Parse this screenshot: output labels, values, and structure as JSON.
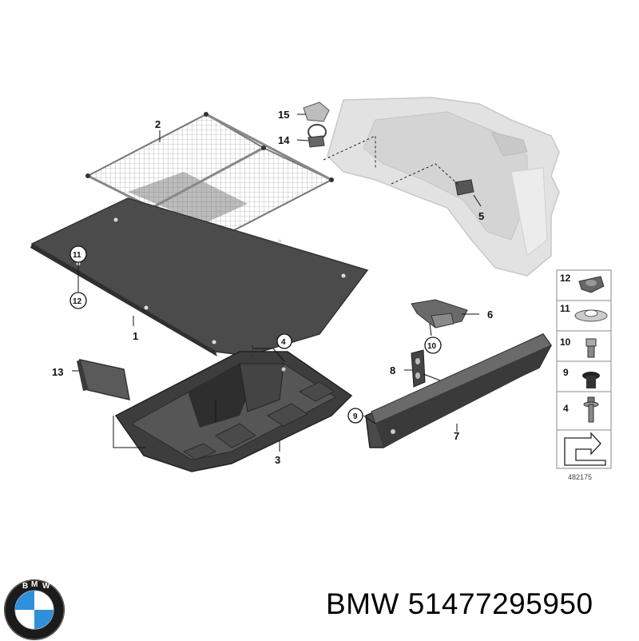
{
  "brand": "BMW",
  "part_number": "51477295950",
  "diagram_id": "482175",
  "logo_letters": "BMW",
  "callouts": [
    "1",
    "2",
    "3",
    "4",
    "5",
    "6",
    "7",
    "8",
    "9",
    "10",
    "11",
    "12",
    "13",
    "14",
    "15"
  ],
  "legend_items": [
    "12",
    "11",
    "10",
    "9",
    "4"
  ],
  "colors": {
    "mat": "#4a4a4a",
    "trim": "#dcdcdc",
    "tray": "#3a3a3a",
    "net": "#9a9a9a",
    "logo_blue": "#2f8fd8"
  }
}
